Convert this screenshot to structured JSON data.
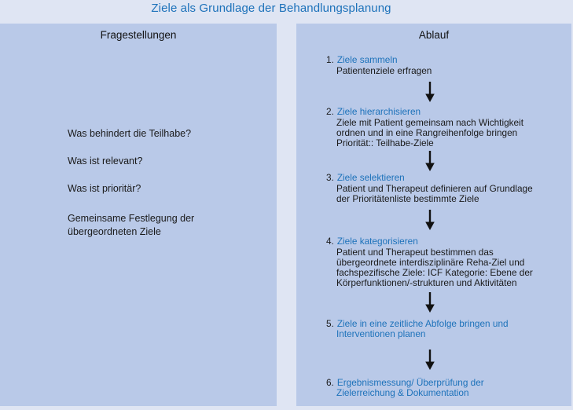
{
  "title": "Ziele als Grundlage der Behandlungsplanung",
  "colors": {
    "background": "#dfe5f3",
    "panel": "#b9c9e8",
    "accent_blue": "#1d72ba",
    "text": "#1a1a1a",
    "arrow": "#111111"
  },
  "left_panel": {
    "header": "Fragestellungen",
    "items": [
      "Was behindert die Teilhabe?",
      "Was ist relevant?",
      "Was ist prioritär?",
      "Gemeinsame Festlegung der\nübergeordneten Ziele"
    ]
  },
  "right_panel": {
    "header": "Ablauf",
    "steps": [
      {
        "number": "1.",
        "label": "Ziele sammeln",
        "description": "Patientenziele erfragen"
      },
      {
        "number": "2.",
        "label": "Ziele hierarchisieren",
        "description": "Ziele mit Patient gemeinsam nach Wichtigkeit\nordnen und in eine Rangreihenfolge bringen\nPriorität:: Teilhabe-Ziele"
      },
      {
        "number": "3.",
        "label": "Ziele selektieren",
        "description": "Patient und Therapeut definieren auf Grundlage\nder Prioritätenliste bestimmte Ziele"
      },
      {
        "number": "4.",
        "label": "Ziele kategorisieren",
        "description": "Patient und Therapeut bestimmen das\nübergeordnete interdisziplinäre Reha-Ziel und\nfachspezifische Ziele: ICF Kategorie: Ebene der\nKörperfunktionen/-strukturen und Aktivitäten"
      },
      {
        "number": "5.",
        "label": "Ziele in eine zeitliche Abfolge bringen und\nInterventionen planen",
        "description": ""
      },
      {
        "number": "6.",
        "label": "Ergebnismessung/ Überprüfung der\nZielerreichung & Dokumentation",
        "description": ""
      }
    ]
  }
}
